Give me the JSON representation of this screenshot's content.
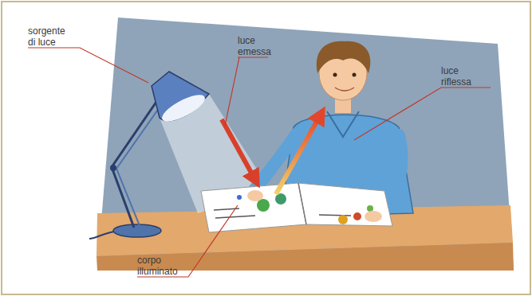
{
  "diagram": {
    "labels": [
      "sorgente di luce",
      "luce emessa",
      "luce riflessa",
      "corpo illuminato"
    ]
  }
}
